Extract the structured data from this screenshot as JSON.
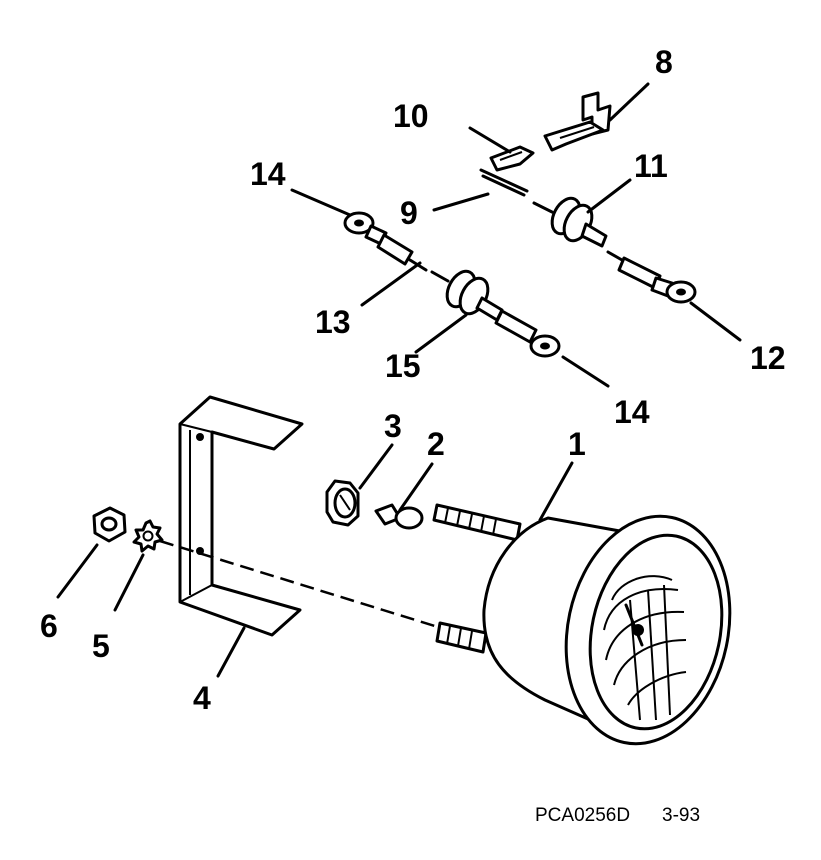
{
  "callouts": {
    "c1": "1",
    "c2": "2",
    "c3": "3",
    "c4": "4",
    "c5": "5",
    "c6": "6",
    "c8": "8",
    "c9": "9",
    "c10": "10",
    "c11": "11",
    "c12": "12",
    "c13": "13",
    "c14a": "14",
    "c14b": "14",
    "c15": "15"
  },
  "footer": {
    "code": "PCA0256D",
    "date": "3-93"
  }
}
